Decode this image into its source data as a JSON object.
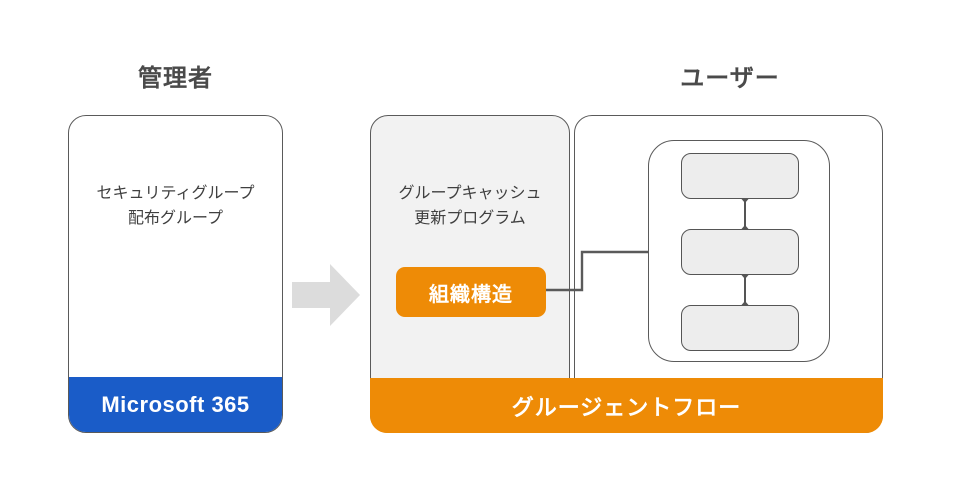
{
  "headings": {
    "admin": "管理者",
    "user": "ユーザー"
  },
  "panels": {
    "m365": {
      "body": "セキュリティグループ\n配布グループ",
      "footer_label": "Microsoft 365",
      "footer_color": "#1a5cc8",
      "background": "#ffffff"
    },
    "cache": {
      "body": "グループキャッシュ\n更新プログラム",
      "background": "#f2f2f2",
      "badge_label": "組織構造",
      "badge_color": "#ee8b06"
    },
    "flow": {
      "footer_label": "グルージェントフロー",
      "footer_color": "#ee8b06",
      "background": "#ffffff"
    }
  },
  "workflow": {
    "nodes": [
      {
        "label": ""
      },
      {
        "label": ""
      },
      {
        "label": ""
      }
    ],
    "node_fill": "#ededed",
    "node_border": "#555555"
  },
  "arrow": {
    "name": "right-arrow",
    "color": "#dcdcdc"
  },
  "colors": {
    "outline": "#5a5a5a",
    "text": "#3f3f3f",
    "heading": "#4a4a4a"
  }
}
